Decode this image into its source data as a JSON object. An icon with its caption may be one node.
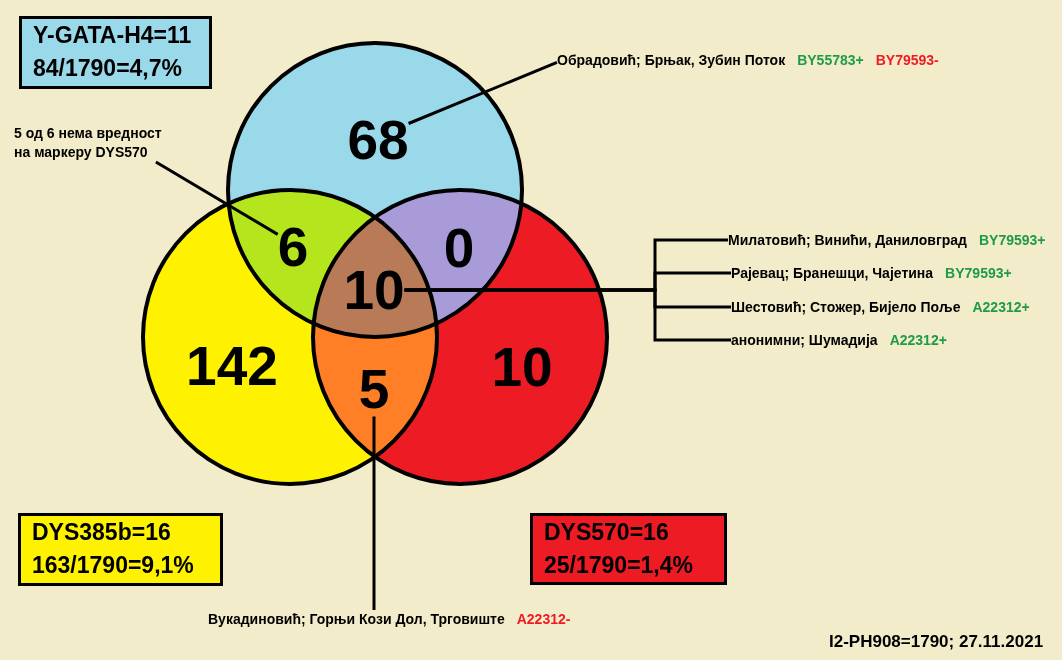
{
  "diagram": {
    "nodes": [
      {
        "text": [
          "Y-GATA-H4=11",
          "84/1790=4,7%"
        ]
      },
      {
        "text": [
          "Обрадовић; Брњак, Зубин Поток",
          "BY55783+",
          "BY79593-"
        ]
      },
      {
        "text": [
          "5 од 6 нема вредност на маркеру DYS570"
        ]
      },
      {
        "text": [
          "68"
        ]
      },
      {
        "text": [
          "6"
        ]
      },
      {
        "text": [
          "0"
        ]
      },
      {
        "text": [
          "10"
        ]
      },
      {
        "text": [
          "Милатовић; Винићи, Даниловград",
          "BY79593+"
        ]
      },
      {
        "text": [
          "Рајевац; Бранешци, Чајетина",
          "BY79593+"
        ]
      },
      {
        "text": [
          "Шестовић; Стожер, Бијело Поље",
          "A22312+"
        ]
      },
      {
        "text": [
          "анонимни; Шумадија",
          "A22312+"
        ]
      },
      {
        "text": [
          "142"
        ]
      },
      {
        "text": [
          "5"
        ]
      },
      {
        "text": [
          "10"
        ]
      },
      {
        "text": [
          "DYS385b=16",
          "163/1790=9,1%"
        ]
      },
      {
        "text": [
          "DYS570=16",
          "25/1790=1,4%"
        ]
      },
      {
        "text": [
          "Вукадиновић; Горњи Кози Дол, Трговиште",
          "A22312-"
        ]
      }
    ],
    "edges": [
      {
        "from": 2,
        "to": 4,
        "arrow": "none"
      },
      {
        "from": 1,
        "to": 3,
        "arrow": "none"
      },
      {
        "from": 6,
        "to": 7,
        "arrow": "none"
      },
      {
        "from": 6,
        "to": 8,
        "arrow": "none"
      },
      {
        "from": 6,
        "to": 9,
        "arrow": "none"
      },
      {
        "from": 6,
        "to": 10,
        "arrow": "none"
      },
      {
        "from": 16,
        "to": 12,
        "arrow": "none"
      }
    ],
    "labels": [
      "I2-PH908=1790; 27.11.2021"
    ]
  }
}
